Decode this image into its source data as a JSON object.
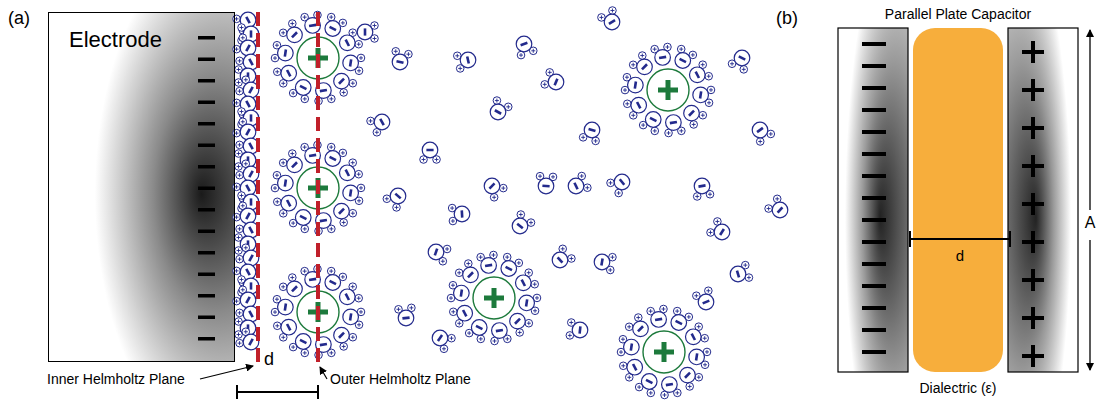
{
  "diagram": {
    "nodes": [
      {
        "text": [
          "Electrode"
        ]
      }
    ],
    "labels": [
      "(a)",
      "Inner Helmholtz Plane",
      "d",
      "Outer Helmholtz Plane",
      "(b)",
      "Parallel Plate Capacitor",
      "d",
      "A",
      "Dialectric (ε)"
    ]
  }
}
